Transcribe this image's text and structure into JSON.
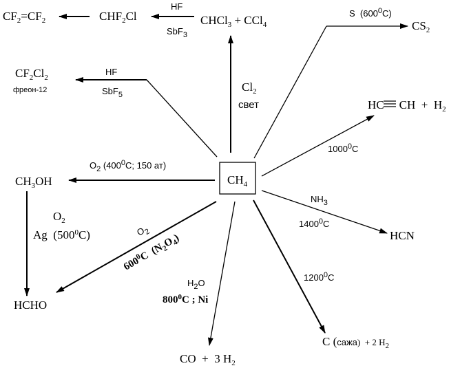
{
  "center": {
    "formula_main": "CH",
    "formula_sub": "4"
  },
  "products": {
    "cf2cf2": {
      "p1": "CF",
      "s1": "2",
      "p2": "=CF",
      "s2": "2"
    },
    "chf2cl": {
      "p1": "CHF",
      "s1": "2",
      "p2": "Cl"
    },
    "chcl3_ccl4": {
      "p1": "CHCl",
      "s1": "3",
      "p2": " + CCl",
      "s2": "4"
    },
    "cs2": {
      "p1": "CS",
      "s1": "2"
    },
    "cf2cl2": {
      "p1": "CF",
      "s1": "2",
      "p2": "Cl",
      "s2": "2"
    },
    "freon": "фреон-12",
    "acetylene": {
      "p1": "HC",
      "p2": "CH  +  H",
      "s2": "2"
    },
    "ch3oh": {
      "p1": "CH",
      "s1": "3",
      "p2": "OH"
    },
    "hcn": "HCN",
    "hcho": "HCHO",
    "co_h2": {
      "p1": "CO  +  3 H",
      "s1": "2"
    },
    "soot": {
      "p1": "C (",
      "p2": "сажа",
      "p3": ")  + 2 H",
      "s1": "2"
    }
  },
  "conditions": {
    "hf_top": "HF",
    "sbf3": {
      "p1": "SbF",
      "s1": "3"
    },
    "hf_mid": "HF",
    "sbf5": {
      "p1": "SbF",
      "s1": "5"
    },
    "cl2": {
      "p1": "Cl",
      "s1": "2"
    },
    "svet": "свет",
    "s600": {
      "p1": "S  (600",
      "sup": "0",
      "p2": "C)"
    },
    "t1000": {
      "p1": "1000",
      "sup": "0",
      "p2": "C"
    },
    "o2_400": {
      "p1": "O",
      "s1": "2",
      "p2": " (400",
      "sup": "0",
      "p3": "C; 150 ат)"
    },
    "nh3": {
      "p1": "NH",
      "s1": "3"
    },
    "t1400": {
      "p1": "1400",
      "sup": "0",
      "p2": "C"
    },
    "o2_ag": {
      "p1": "O",
      "s1": "2"
    },
    "ag500": {
      "p1": "Ag  (500",
      "sup": "0",
      "p2": "C)"
    },
    "o2_diag": {
      "p1": "O",
      "s1": "2"
    },
    "no_600": {
      "p1": "600",
      "sup": "0",
      "p2": "C  (N",
      "s1": "2",
      "p3": "O",
      "s2": "4",
      "p4": ")"
    },
    "h2o": {
      "p1": "H",
      "s1": "2",
      "p2": "O"
    },
    "ni800": {
      "p1": "800",
      "sup": "0",
      "p2": "C ; Ni"
    },
    "t1200": {
      "p1": "1200",
      "sup": "0",
      "p2": "C"
    }
  }
}
